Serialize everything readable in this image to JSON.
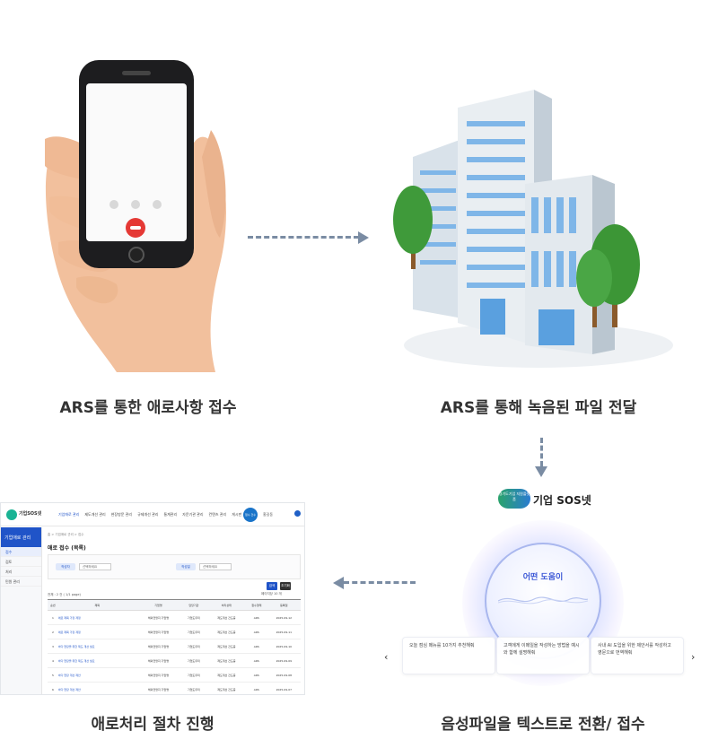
{
  "captions": {
    "step1": "ARS를 통한 애로사항 접수",
    "step2": "ARS를 통해 녹음된 파일 전달",
    "step3": "음성파일을 텍스트로 전환/ 접수",
    "step4": "애로처리 절차 진행"
  },
  "admin": {
    "logo_text": "기업SOS넷",
    "nav": [
      "기업애로 관리",
      "제도개선 관리",
      "현장방문 관리",
      "규제개선 관리",
      "통계관리",
      "자문기관 관리",
      "컨텐츠 관리",
      "게시판"
    ],
    "badge": "접수 건수",
    "user": "홍길동",
    "sidebar_title": "기업애로 관리",
    "sidebar_items": [
      "접수",
      "검토",
      "처리",
      "민원 관리"
    ],
    "breadcrumb": "홈 > 기업애로 관리 > 접수",
    "page_title": "애로 접수 (목록)",
    "filter_label_1": "작성자",
    "filter_label_2": "작성일",
    "filter_select_1": "선택하세요",
    "filter_select_2": "선택하세요",
    "search_button": "검색",
    "reset_button": "초기화",
    "count_text": "전체 : 2 건 ( 1/1 page)",
    "page_size": "페이지당 10 개",
    "columns": [
      "순번",
      "제목",
      "기업명",
      "담당기관",
      "처리상태",
      "접수형태",
      "등록일"
    ],
    "rows": [
      {
        "no": "1",
        "title": "애로 제목 가장 계정",
        "company": "해외전망지 기업명",
        "org": "기업도우미",
        "status": "제도개선 건도중",
        "type": "ARS",
        "date": "2025-09-12"
      },
      {
        "no": "2",
        "title": "애로 제목 가장 계정",
        "company": "해외전망지 기업명",
        "org": "기업도우미",
        "status": "제도개선 건도중",
        "type": "ARS",
        "date": "2025-09-11"
      },
      {
        "no": "3",
        "title": "바다 현장을 위한 제도 개선 필요",
        "company": "해외전망지 기업명",
        "org": "기업도우미",
        "status": "제도개선 건도중",
        "type": "ARS",
        "date": "2025-09-10"
      },
      {
        "no": "4",
        "title": "바다 현장을 위한 제도 개선 필요",
        "company": "해외전망지 기업명",
        "org": "기업도우미",
        "status": "제도개선 건도중",
        "type": "ARS",
        "date": "2025-09-09"
      },
      {
        "no": "5",
        "title": "바다 현장 개선 제안",
        "company": "해외전망지 기업명",
        "org": "기업도우미",
        "status": "제도개선 건도중",
        "type": "ARS",
        "date": "2025-09-08"
      },
      {
        "no": "6",
        "title": "바다 현장 개선 제안",
        "company": "해외전망지 기업명",
        "org": "기업도우미",
        "status": "제도개선 건도중",
        "type": "ARS",
        "date": "2025-09-07"
      }
    ]
  },
  "sos": {
    "badge": "경기도기업 지원플랫폼",
    "title": "기업 SOS넷",
    "prompt": "어떤 도움이",
    "cards": [
      "오늘 점심 메뉴를 10가지 추천해줘",
      "고객에게 이메일을 작성하는 방법을 예시와 함께 설명해줘",
      "사내 AI 도입을 위한 제안서를 작성하고 영문으로 번역해줘"
    ],
    "prev": "‹",
    "next": "›"
  },
  "colors": {
    "arrow": "#7a8ca3",
    "accent_blue": "#2054c8",
    "sos_blue": "#3b57d6"
  }
}
